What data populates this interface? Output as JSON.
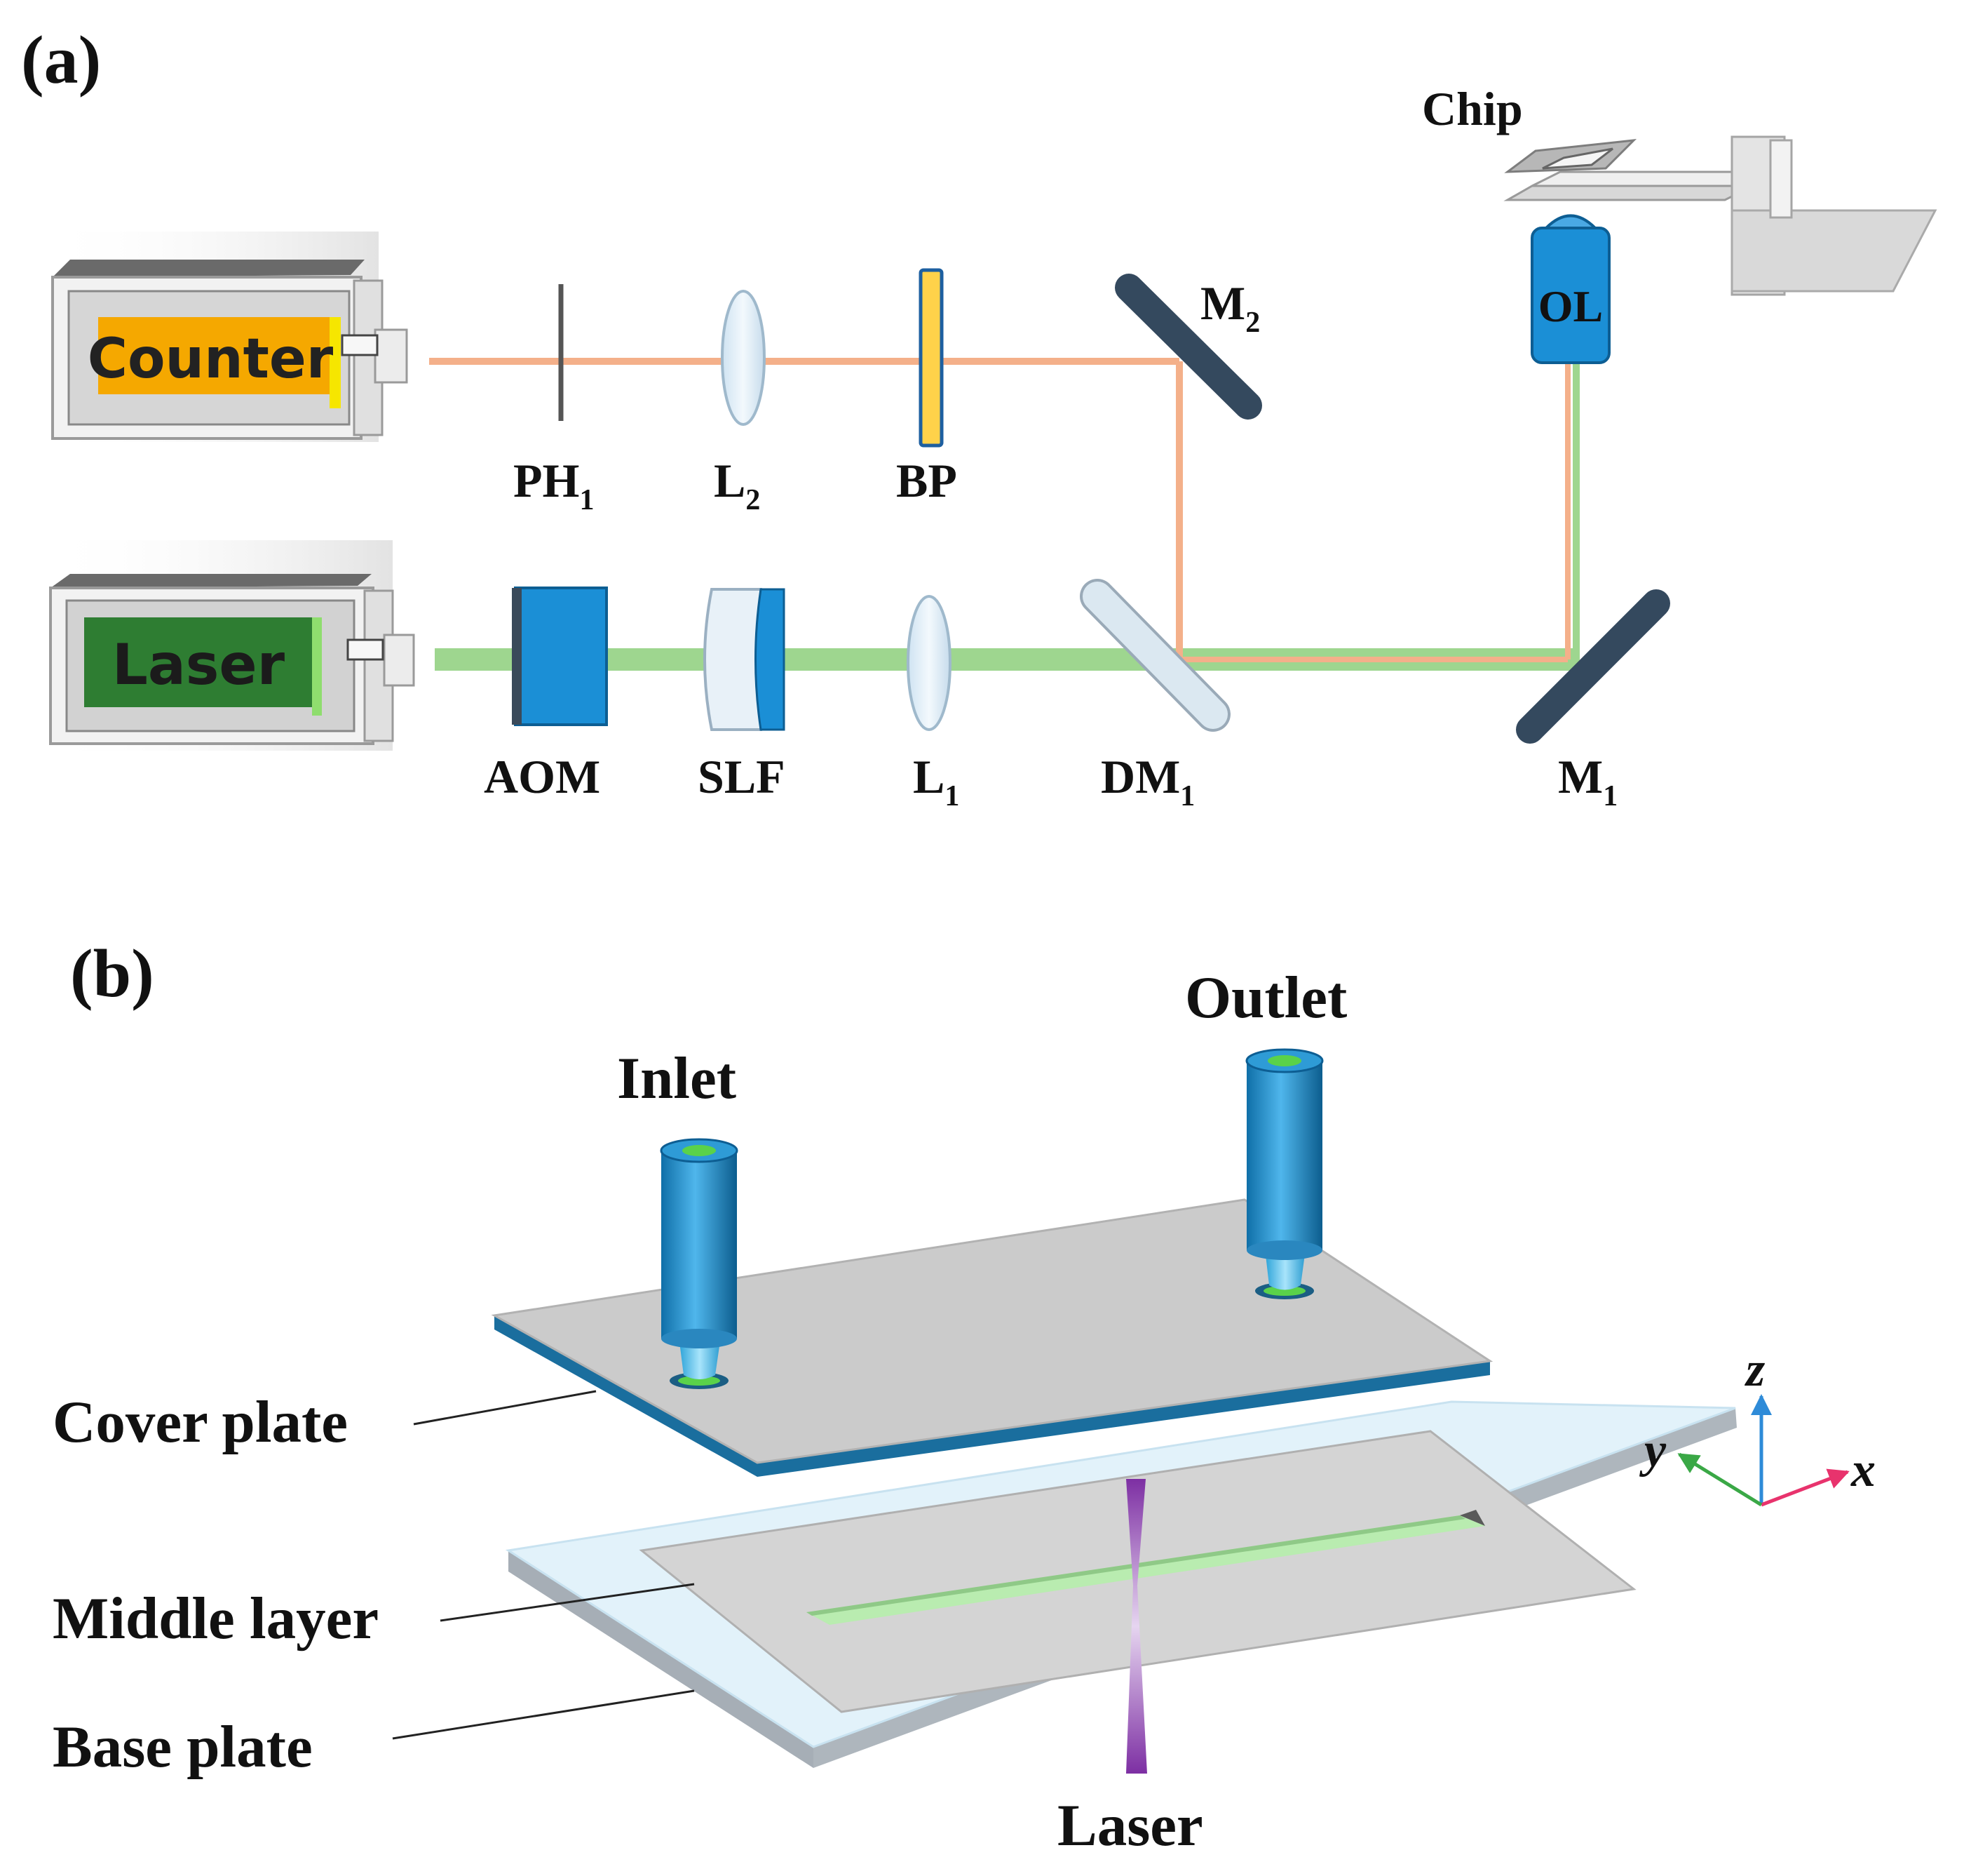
{
  "panels": {
    "a": {
      "label": "(a)"
    },
    "b": {
      "label": "(b)"
    }
  },
  "devices": {
    "counter": "Counter",
    "laser": "Laser"
  },
  "components": {
    "ph": {
      "main": "PH",
      "sub": "1"
    },
    "l2": {
      "main": "L",
      "sub": "2"
    },
    "bp": {
      "main": "BP",
      "sub": ""
    },
    "m2": {
      "main": "M",
      "sub": "2"
    },
    "aom": {
      "main": "AOM",
      "sub": ""
    },
    "slf": {
      "main": "SLF",
      "sub": ""
    },
    "l1": {
      "main": "L",
      "sub": "1"
    },
    "dm": {
      "main": "DM",
      "sub": "1"
    },
    "m1": {
      "main": "M",
      "sub": "1"
    },
    "ol": {
      "main": "OL",
      "sub": ""
    },
    "chip": {
      "main": "Chip",
      "sub": ""
    }
  },
  "chip_parts": {
    "inlet": "Inlet",
    "outlet": "Outlet",
    "cover_plate": "Cover plate",
    "middle_layer": "Middle layer",
    "base_plate": "Base plate",
    "laser": "Laser"
  },
  "axes": {
    "x": "x",
    "y": "y",
    "z": "z"
  },
  "colors": {
    "excitation_beam": "#9ed68f",
    "emission_beam": "#f4b08a",
    "counter_display": "#f5a800",
    "laser_display": "#2e7d32",
    "mirror": "#34495e",
    "component_blue": "#1b8fd6",
    "cover_edge": "#1a6e9e",
    "focus_beam": "#8e3bb0",
    "axis_x": "#e8336d",
    "axis_y": "#3aa846",
    "axis_z": "#2e8bd8"
  }
}
